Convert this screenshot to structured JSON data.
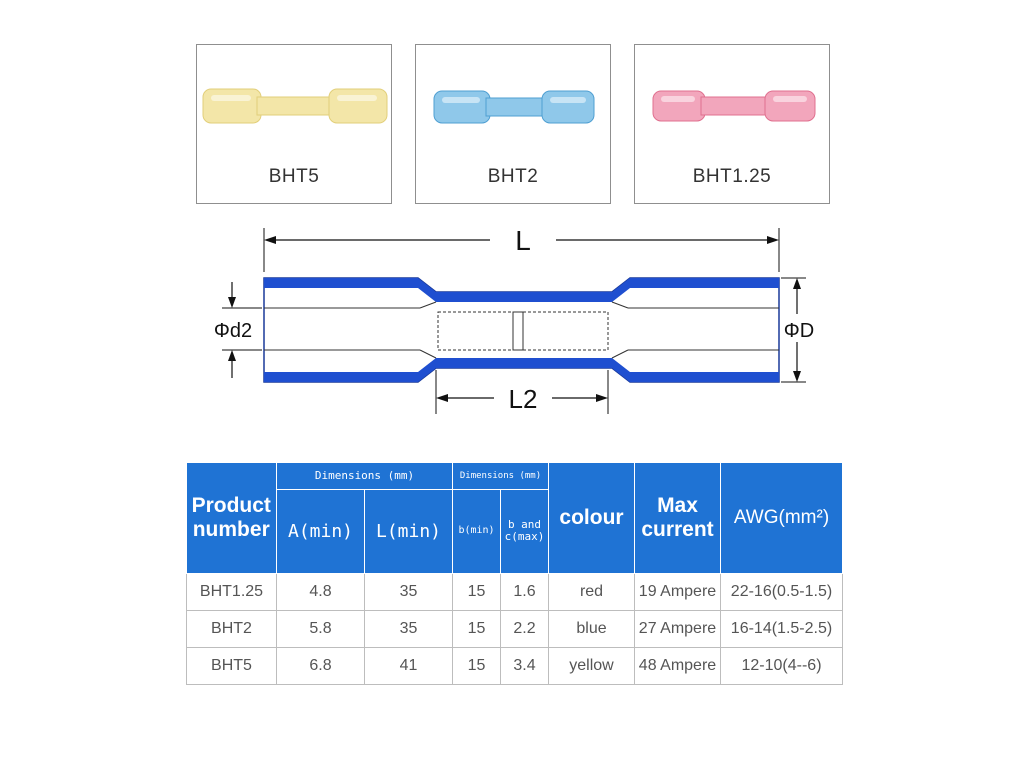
{
  "products": [
    {
      "label": "BHT5",
      "color": "#f3e6a8",
      "shade": "#e2cf7a"
    },
    {
      "label": "BHT2",
      "color": "#8fc8ea",
      "shade": "#4f9fd2"
    },
    {
      "label": "BHT1.25",
      "color": "#f2a6bc",
      "shade": "#e0708f"
    }
  ],
  "diagram": {
    "labels": {
      "L": "L",
      "L2": "L2",
      "d2": "Φd2",
      "D": "ΦD"
    },
    "tube_color": "#1f4fd0"
  },
  "table": {
    "header_color": "#1f73d4",
    "headers": {
      "product": "Product number",
      "dims1": "Dimensions (mm)",
      "a_min": "A(min)",
      "l_min": "L(min)",
      "dims2": "Dimensions (mm)",
      "b_min": "b(min)",
      "bc_max_1": "b and",
      "bc_max_2": "c(max)",
      "colour": "colour",
      "max_current": "Max current",
      "awg": "AWG(mm²)"
    },
    "rows": [
      {
        "product": "BHT1.25",
        "a": "4.8",
        "l": "35",
        "b": "15",
        "bc": "1.6",
        "colour": "red",
        "current": "19 Ampere",
        "awg": "22-16(0.5-1.5)"
      },
      {
        "product": "BHT2",
        "a": "5.8",
        "l": "35",
        "b": "15",
        "bc": "2.2",
        "colour": "blue",
        "current": "27 Ampere",
        "awg": "16-14(1.5-2.5)"
      },
      {
        "product": "BHT5",
        "a": "6.8",
        "l": "41",
        "b": "15",
        "bc": "3.4",
        "colour": "yellow",
        "current": "48 Ampere",
        "awg": "12-10(4--6)"
      }
    ]
  }
}
